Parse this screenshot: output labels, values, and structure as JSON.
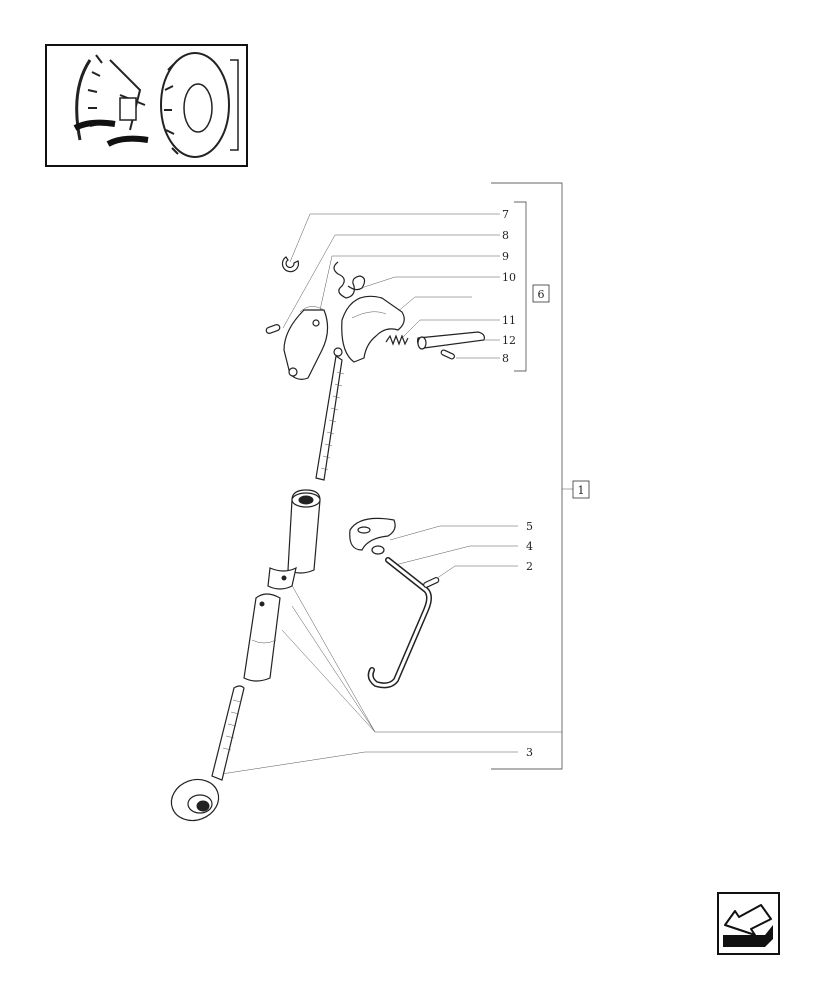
{
  "callouts": {
    "c7": "7",
    "c8a": "8",
    "c9": "9",
    "c10": "10",
    "c11": "11",
    "c12": "12",
    "c8b": "8",
    "c5": "5",
    "c4": "4",
    "c2": "2",
    "c3": "3"
  },
  "group_labels": {
    "assembly": "1",
    "subassembly": "6"
  },
  "icons": {
    "thumbnail": "tractor-rear-wheel-linkage-icon",
    "navigation": "back-arrow-icon"
  },
  "colors": {
    "line": "#333333",
    "background": "#ffffff"
  }
}
